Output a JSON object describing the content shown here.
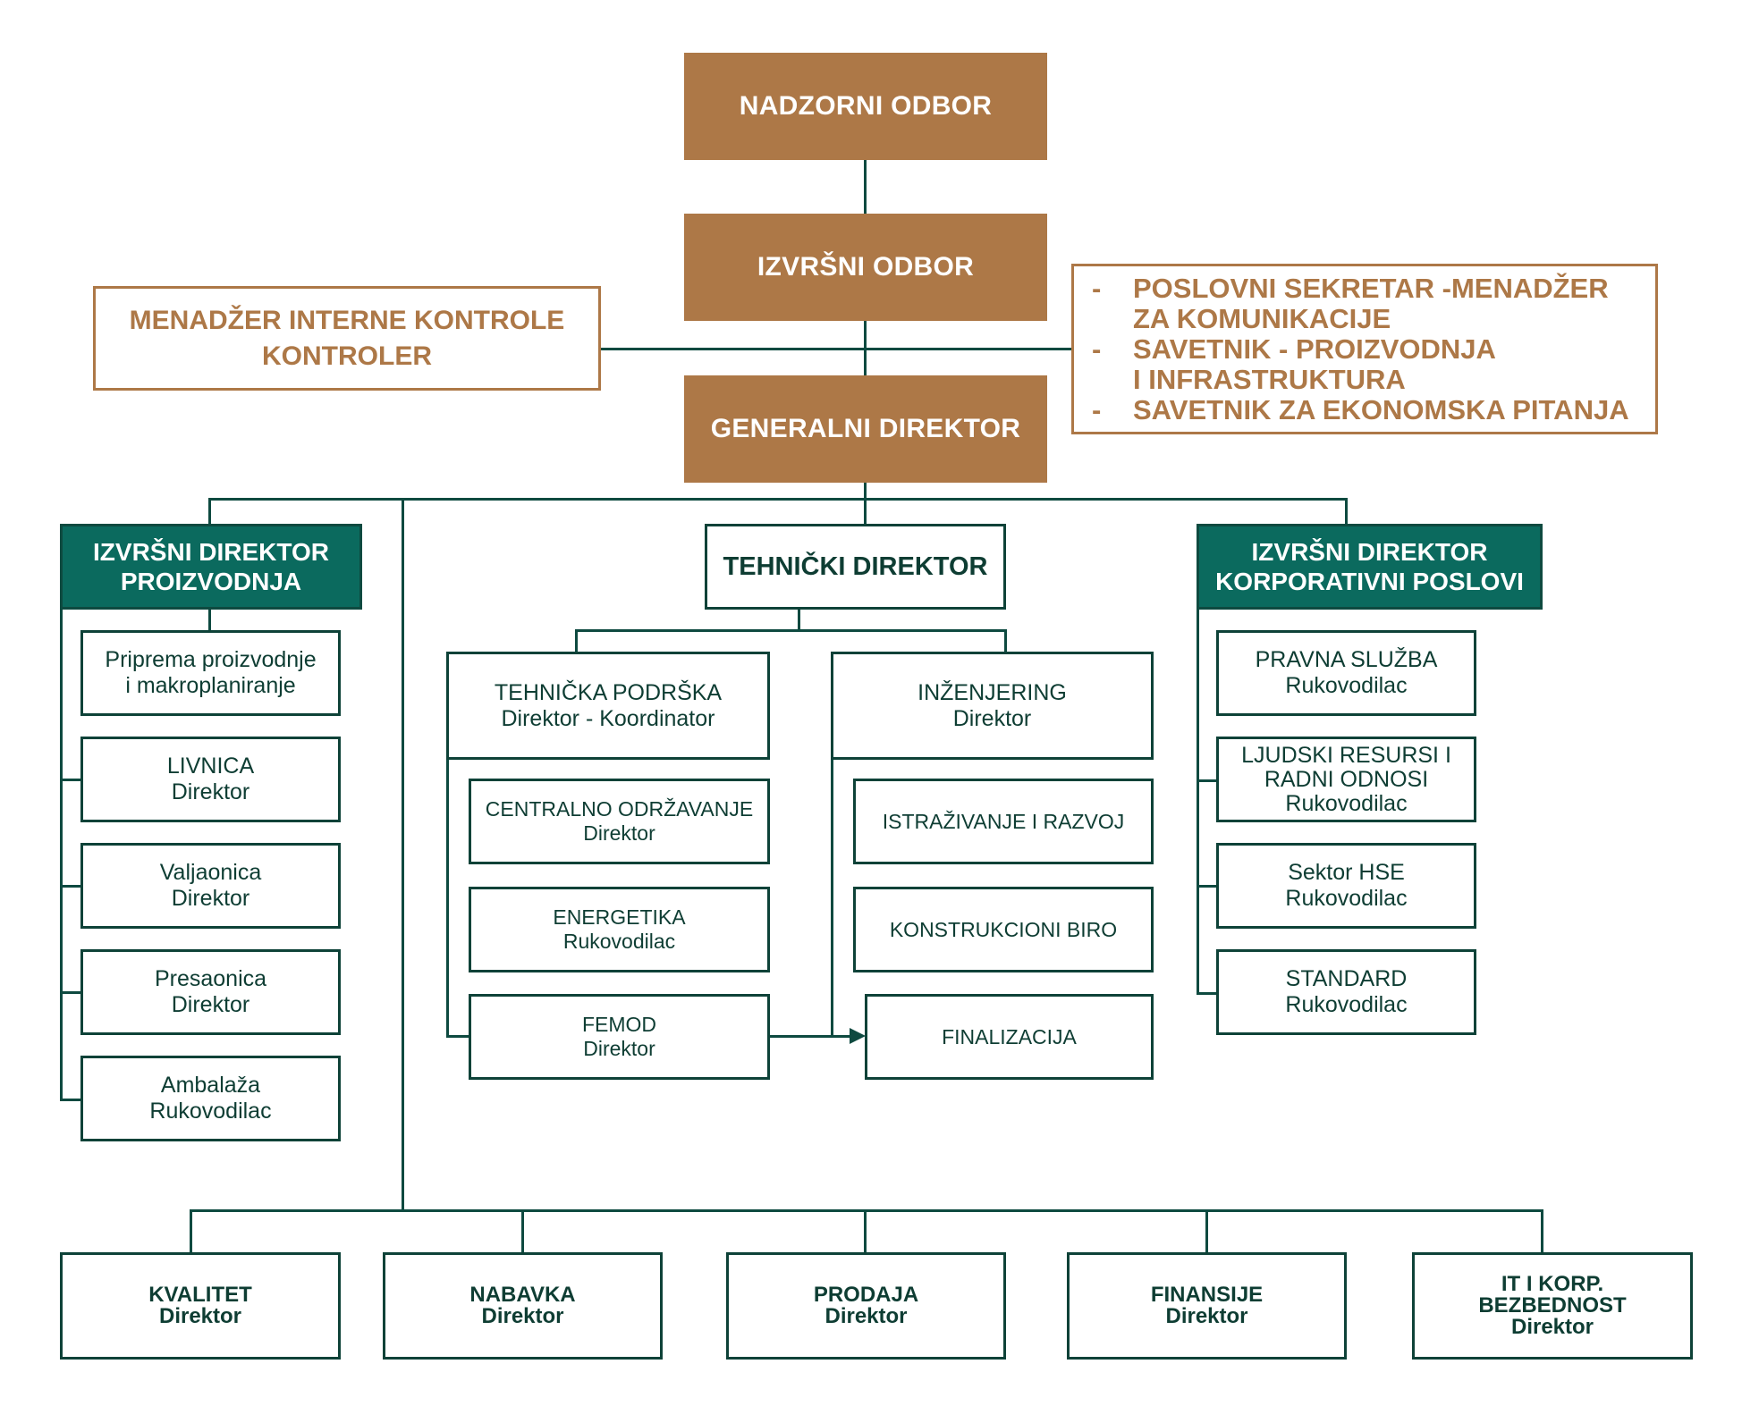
{
  "colors": {
    "brown": "#AD7847",
    "teal": "#0B6A5E",
    "dark_green_text": "#0E3D33",
    "white": "#FFFFFF"
  },
  "top": {
    "supervisory_board": "NADZORNI ODBOR",
    "executive_board": "IZVRŠNI ODBOR",
    "general_director": "GENERALNI DIREKTOR"
  },
  "staff_left": {
    "line1": "MENADŽER INTERNE KONTROLE",
    "line2": "KONTROLER"
  },
  "staff_right": {
    "bullet": "-",
    "items": [
      {
        "line1": "POSLOVNI SEKRETAR -MENADŽER",
        "line2": "ZA KOMUNIKACIJE"
      },
      {
        "line1": "SAVETNIK - PROIZVODNJA",
        "line2": "I INFRASTRUKTURA"
      },
      {
        "line1": "SAVETNIK ZA EKONOMSKA PITANJA",
        "line2": ""
      }
    ]
  },
  "production": {
    "header_line1": "IZVRŠNI DIREKTOR",
    "header_line2": "PROIZVODNJA",
    "units": [
      {
        "name": "Priprema proizvodnje",
        "role": "i makroplaniranje"
      },
      {
        "name": "LIVNICA",
        "role": "Direktor"
      },
      {
        "name": "Valjaonica",
        "role": "Direktor"
      },
      {
        "name": "Presaonica",
        "role": "Direktor"
      },
      {
        "name": "Ambalaža",
        "role": "Rukovodilac"
      }
    ]
  },
  "technical": {
    "header": "TEHNIČKI DIREKTOR",
    "support": {
      "name": "TEHNIČKA PODRŠKA",
      "role": "Direktor - Koordinator"
    },
    "engineering": {
      "name": "INŽENJERING",
      "role": "Direktor"
    },
    "support_units": [
      {
        "name": "CENTRALNO ODRŽAVANJE",
        "role": "Direktor"
      },
      {
        "name": "ENERGETIKA",
        "role": "Rukovodilac"
      },
      {
        "name": "FEMOD",
        "role": "Direktor"
      }
    ],
    "engineering_units": [
      {
        "name": "ISTRAŽIVANJE I RAZVOJ",
        "role": ""
      },
      {
        "name": "KONSTRUKCIONI BIRO",
        "role": ""
      },
      {
        "name": "FINALIZACIJA",
        "role": ""
      }
    ]
  },
  "corporate": {
    "header_line1": "IZVRŠNI DIREKTOR",
    "header_line2": "KORPORATIVNI POSLOVI",
    "units": [
      {
        "name": "PRAVNA SLUŽBA",
        "name2": "",
        "role": "Rukovodilac"
      },
      {
        "name": "LJUDSKI RESURSI I",
        "name2": "RADNI ODNOSI",
        "role": "Rukovodilac"
      },
      {
        "name": "Sektor HSE",
        "name2": "",
        "role": "Rukovodilac"
      },
      {
        "name": "STANDARD",
        "name2": "",
        "role": "Rukovodilac"
      }
    ]
  },
  "bottom": [
    {
      "name": "KVALITET",
      "name2": "",
      "role": "Direktor"
    },
    {
      "name": "NABAVKA",
      "name2": "",
      "role": "Direktor"
    },
    {
      "name": "PRODAJA",
      "name2": "",
      "role": "Direktor"
    },
    {
      "name": "FINANSIJE",
      "name2": "",
      "role": "Direktor"
    },
    {
      "name": "IT I KORP.",
      "name2": "BEZBEDNOST",
      "role": "Direktor"
    }
  ]
}
